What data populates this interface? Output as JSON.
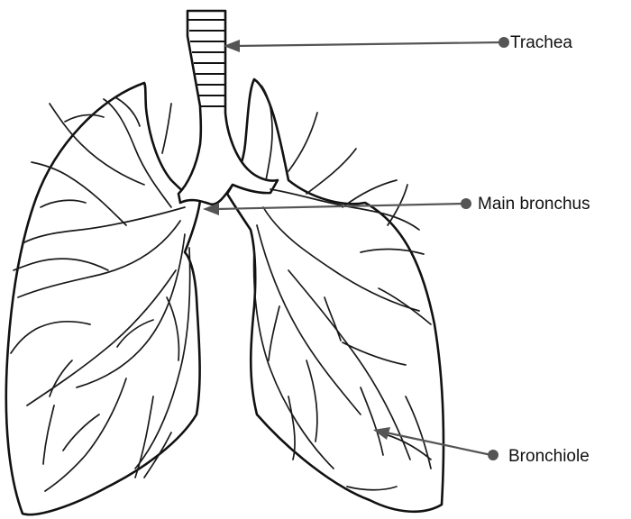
{
  "labels": {
    "trachea": "Trachea",
    "main_bronchus": "Main bronchus",
    "bronchiole": "Bronchiole"
  },
  "colors": {
    "outline": "#111111",
    "pointer": "#555555",
    "background": "#ffffff"
  }
}
